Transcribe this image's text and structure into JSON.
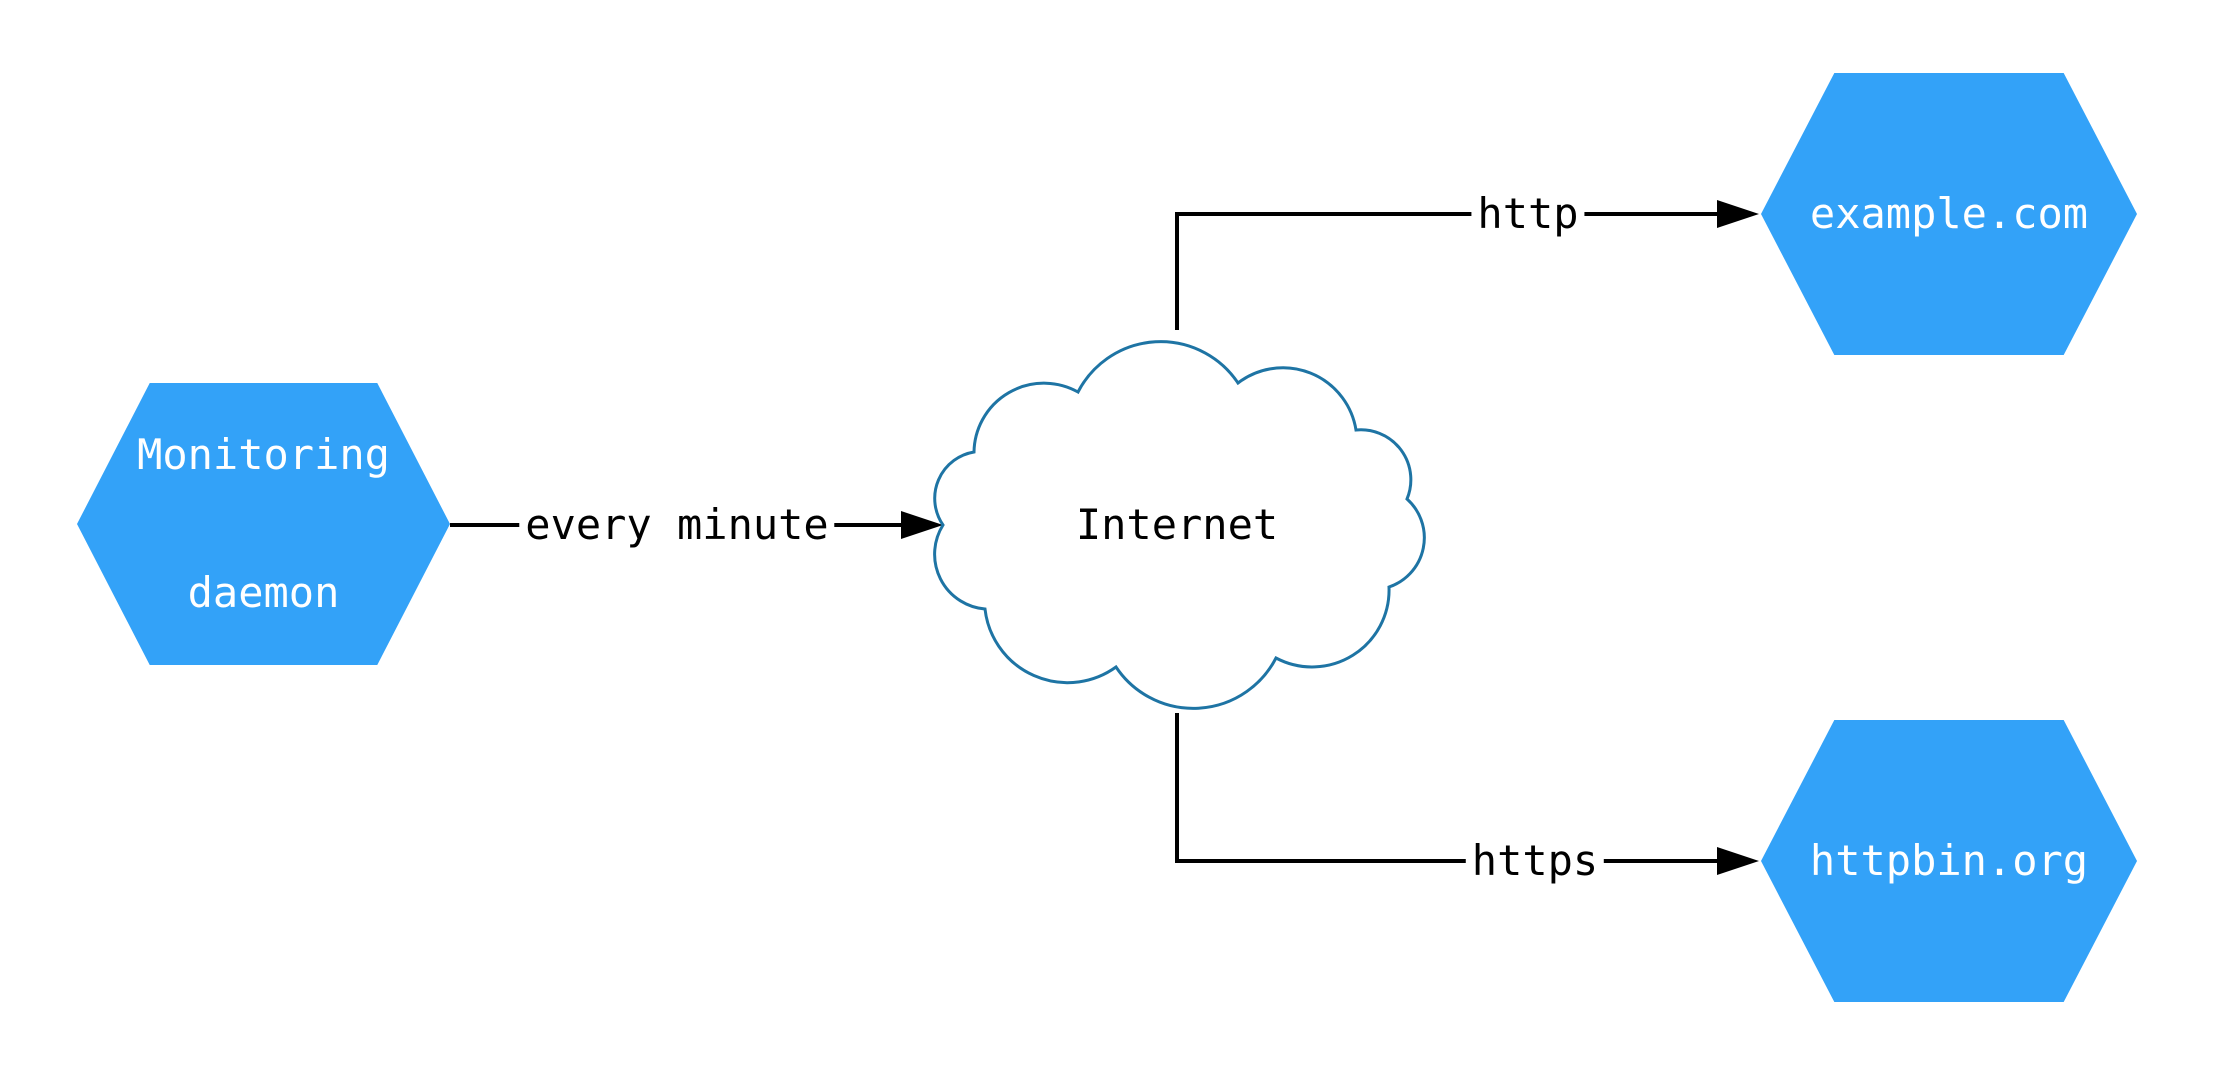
{
  "diagram": {
    "colors": {
      "background": "#FFFFFF",
      "node_fill": "#33A2F8",
      "node_text": "#FFFFFF",
      "cloud_fill": "#FFFFFF",
      "cloud_stroke": "#1E74A4",
      "edge": "#000000",
      "edge_label_text": "#000000"
    },
    "nodes": {
      "monitoring": {
        "shape": "hexagon",
        "label_line1": "Monitoring",
        "label_line2": "daemon"
      },
      "internet": {
        "shape": "cloud",
        "label": "Internet"
      },
      "example": {
        "shape": "hexagon",
        "label": "example.com"
      },
      "httpbin": {
        "shape": "hexagon",
        "label": "httpbin.org"
      }
    },
    "edges": [
      {
        "from": "monitoring",
        "to": "internet",
        "label": "every minute"
      },
      {
        "from": "internet",
        "to": "example",
        "label": "http"
      },
      {
        "from": "internet",
        "to": "httpbin",
        "label": "https"
      }
    ]
  }
}
